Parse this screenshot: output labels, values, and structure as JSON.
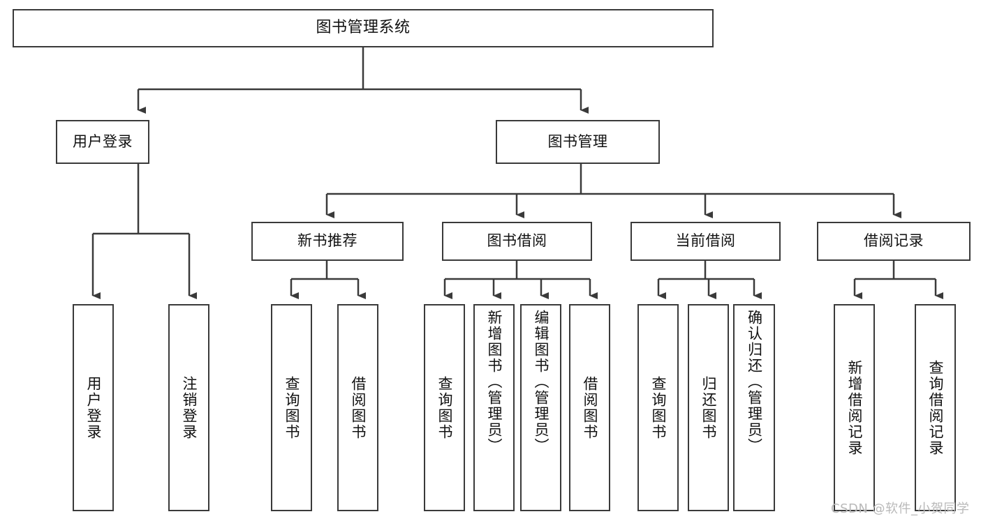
{
  "diagram": {
    "title": "图书管理系统",
    "type": "tree-hierarchy",
    "colors": {
      "box_border": "#3a3a3a",
      "box_fill": "#ffffff",
      "edge": "#3a3a3a",
      "text": "#111111",
      "watermark": "#b9b9b9",
      "background": "#ffffff"
    }
  },
  "root": {
    "label": "图书管理系统"
  },
  "level2": [
    {
      "label": "用户登录"
    },
    {
      "label": "图书管理"
    }
  ],
  "level3": [
    {
      "label": "新书推荐"
    },
    {
      "label": "图书借阅"
    },
    {
      "label": "当前借阅"
    },
    {
      "label": "借阅记录"
    }
  ],
  "leaves": {
    "user_login": [
      {
        "label": "用户登录"
      },
      {
        "label": "注销登录"
      }
    ],
    "new_book": [
      {
        "label": "查询图书"
      },
      {
        "label": "借阅图书"
      }
    ],
    "book_borrow": [
      {
        "label": "查询图书"
      },
      {
        "label": "新增图书（管理员）"
      },
      {
        "label": "编辑图书（管理员）"
      },
      {
        "label": "借阅图书"
      }
    ],
    "current_borrow": [
      {
        "label": "查询图书"
      },
      {
        "label": "归还图书"
      },
      {
        "label": "确认归还（管理员）"
      }
    ],
    "borrow_record": [
      {
        "label": "新增借阅记录"
      },
      {
        "label": "查询借阅记录"
      }
    ]
  },
  "watermark": {
    "text": "CSDN @软件_小贺同学"
  }
}
